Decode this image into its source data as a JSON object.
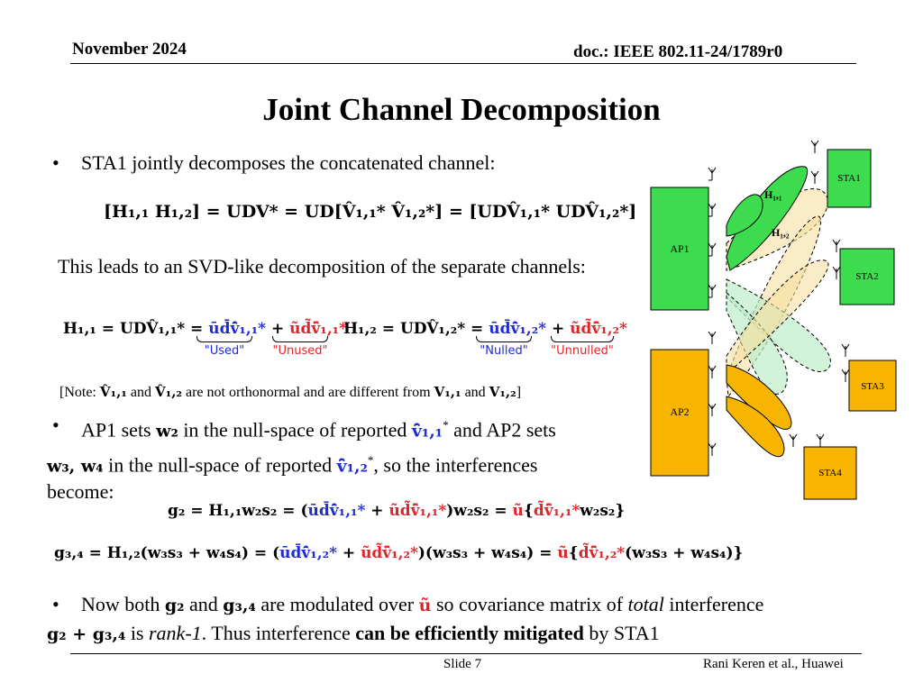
{
  "header": {
    "date": "November 2024",
    "doc": "doc.: IEEE 802.11-24/1789r0"
  },
  "title": "Joint Channel Decomposition",
  "bullets": {
    "b1": "STA1 jointly decomposes the concatenated channel:",
    "svd_intro": "This leads to an SVD-like decomposition of the separate channels:",
    "b2_a": "AP1 sets ",
    "b2_b": " in the null-space of reported ",
    "b2_c": " and AP2 sets",
    "b2_d": " in the null-space of reported ",
    "b2_e": ", so the interferences",
    "b2_f": "become:",
    "b3_a": "Now both ",
    "b3_b": " and ",
    "b3_c": " are modulated over ",
    "b3_d": " so covariance matrix of ",
    "b3_e": "total",
    "b3_f": " interference",
    "b3_g": " is ",
    "b3_h": "rank-1",
    "b3_i": ". Thus interference ",
    "b3_j": "can be efficiently mitigated",
    "b3_k": " by STA1"
  },
  "equations": {
    "concat": "[H₁,₁  H₁,₂] = UDV* = UD[V̂₁,₁*  V̂₁,₂*] = [UDV̂₁,₁*  UDV̂₁,₂*]",
    "h11_left": "H₁,₁ = UDV̂₁,₁* = ",
    "h11_used": "ūd̄v̄̂₁,₁*",
    "h11_unused": "ũd̃ṽ̂₁,₁*",
    "h12_left": "H₁,₂ = UDV̂₁,₂* = ",
    "h12_nulled": "ūd̄v̄̂₁,₂*",
    "h12_unnulled": "ũd̃ṽ̂₁,₂*",
    "g2_a": "g₂ = H₁,₁w₂s₂ = (",
    "g2_b": "ūd̄v̄̂₁,₁*",
    "g2_c": "ũd̃ṽ̂₁,₁*",
    "g2_d": ")w₂s₂ = ",
    "g2_e": "ũ",
    "g2_f": "{",
    "g2_g": "d̃ṽ̂₁,₁*",
    "g2_h": "w₂s₂}",
    "g34_a": "g₃,₄ = H₁,₂(w₃s₃ + w₄s₄) = (",
    "g34_b": "ūd̄v̄̂₁,₂*",
    "g34_c": "ũd̃ṽ̂₁,₂*",
    "g34_d": ")(w₃s₃ + w₄s₄) = ",
    "g34_e": "ũ",
    "g34_f": "{",
    "g34_g": "d̃ṽ̂₁,₂*",
    "g34_h": "(w₃s₃ + w₄s₄)}",
    "plus": " + "
  },
  "inline_math": {
    "w2": "w₂",
    "v11bar": "v̄̂₁,₁",
    "v11bar_star": "*",
    "w34": "w₃, w₄",
    "v12bar": "v̄̂₁,₂",
    "v12bar_star": "*",
    "g2": "g₂",
    "g34": "g₃,₄",
    "utilde": "ũ",
    "sum": "g₂ + g₃,₄"
  },
  "brace_labels": {
    "used": "\"Used\"",
    "unused": "\"Unused\"",
    "nulled": "\"Nulled\"",
    "unnulled": "\"Unnulled\""
  },
  "note": {
    "a": "[Note: ",
    "v11": "V̂₁,₁",
    "b": " and ",
    "v12": "V̂₁,₂",
    "c": " are not orthonormal and are different from ",
    "V11": "V₁,₁",
    "d": " and ",
    "V12": "V₁,₂",
    "e": "]"
  },
  "diagram": {
    "ap1": "AP1",
    "ap2": "AP2",
    "sta1": "STA1",
    "sta2": "STA2",
    "sta3": "STA3",
    "sta4": "STA4",
    "h11": "H₁,₁",
    "h12": "H₁,₂"
  },
  "footer": {
    "slide": "Slide 7",
    "author": "Rani Keren et al., Huawei"
  },
  "colors": {
    "ap1": "#3ddc4f",
    "ap2": "#f7b500",
    "blue": "#1f2bd8",
    "red": "#e0242b"
  }
}
